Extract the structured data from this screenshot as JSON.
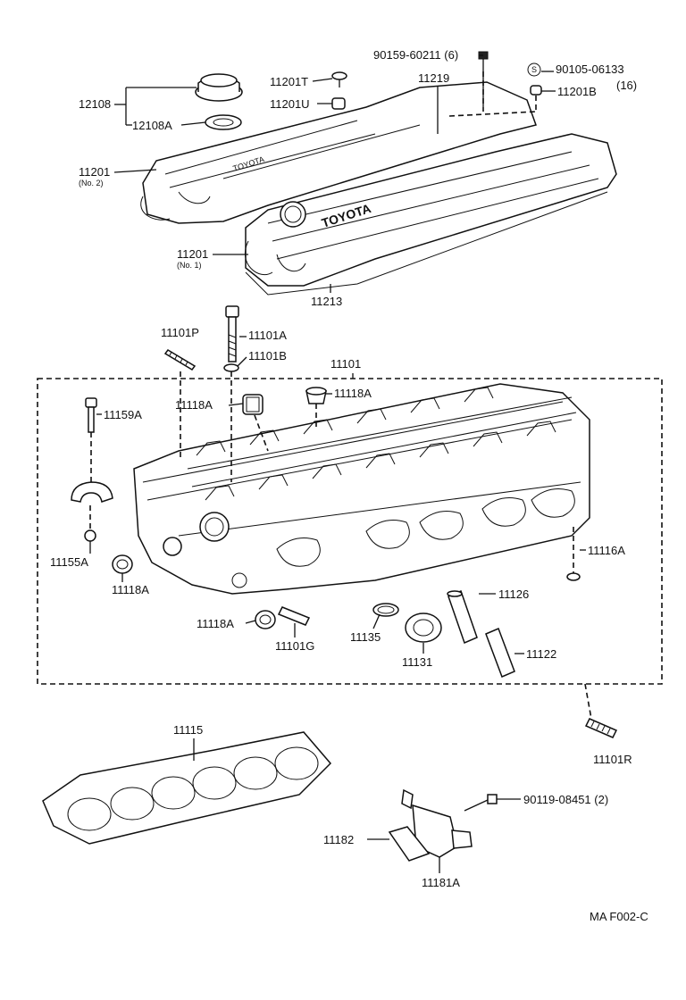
{
  "labels": {
    "p90159": "90159-60211 (6)",
    "p90105": "90105-06133",
    "p90105_qty": "(16)",
    "s_mark": "S",
    "p11201T": "11201T",
    "p11219": "11219",
    "p11201U": "11201U",
    "p11201B": "11201B",
    "p12108": "12108",
    "p12108A": "12108A",
    "p11201_no2": "11201",
    "no2": "(No. 2)",
    "p11201_no1": "11201",
    "no1": "(No. 1)",
    "p11213": "11213",
    "p11101P": "11101P",
    "p11101A": "11101A",
    "p11101B": "11101B",
    "p11101": "11101",
    "p11118A_top1": "11118A",
    "p11118A_top2": "11118A",
    "p11159A": "11159A",
    "p11155A": "11155A",
    "p11118A_left": "11118A",
    "p11116A": "11116A",
    "p11126": "11126",
    "p11118A_bot": "11118A",
    "p11101G": "11101G",
    "p11135": "11135",
    "p11131": "11131",
    "p11122": "11122",
    "p11101R": "11101R",
    "p11115": "11115",
    "p90119": "90119-08451 (2)",
    "p11182": "11182",
    "p11181A": "11181A",
    "fig_code": "MA F002-C",
    "brand_cover1": "TOYOTA",
    "brand_cover2": "TOYOTA"
  }
}
